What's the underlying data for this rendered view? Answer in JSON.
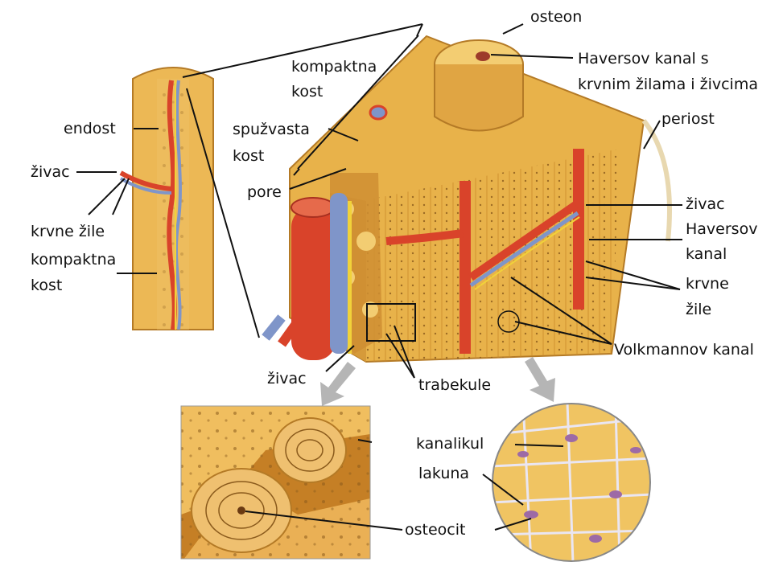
{
  "labels": {
    "osteon": "osteon",
    "haversov_kanal_s_1": "Haversov kanal s",
    "haversov_kanal_s_2": "krvnim žilama i živcima",
    "kompaktna_kost_top_1": "kompaktna",
    "kompaktna_kost_top_2": "kost",
    "spuzvasta_kost_1": "spužvasta",
    "spuzvasta_kost_2": "kost",
    "periost": "periost",
    "pore": "pore",
    "endost": "endost",
    "zivac_left": "živac",
    "krvne_zile_left": "krvne žile",
    "kompaktna_kost_left_1": "kompaktna",
    "kompaktna_kost_left_2": "kost",
    "zivac_right": "živac",
    "haversov_kanal_right_1": "Haversov",
    "haversov_kanal_right_2": "kanal",
    "krvne_zile_right_1": "krvne",
    "krvne_zile_right_2": "žile",
    "volkmannov_kanal": "Volkmannov kanal",
    "zivac_bottom": "živac",
    "trabekule": "trabekule",
    "kanalikul": "kanalikul",
    "lakuna": "lakuna",
    "osteocit": "osteocit"
  },
  "colors": {
    "bone": "#e8b24a",
    "bone_light": "#f3cd72",
    "bone_dark": "#c98a2a",
    "artery": "#d9432a",
    "vein": "#7f95c9",
    "nerve": "#f1d23a",
    "cell": "#9d6aa6",
    "arrow": "#b5b5b5"
  }
}
